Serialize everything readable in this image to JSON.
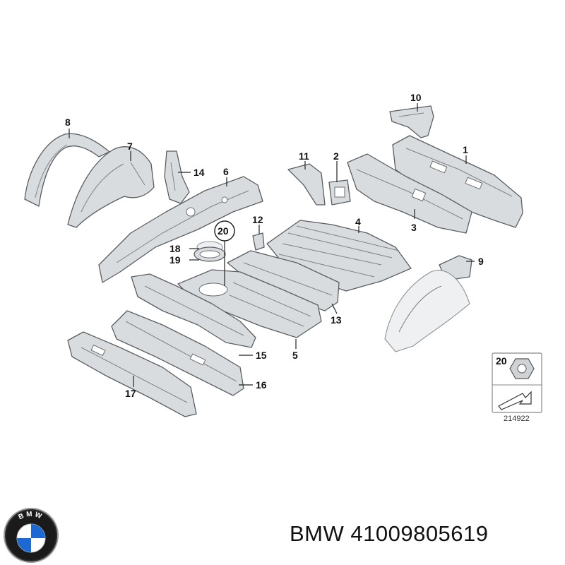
{
  "callouts": {
    "c1": "1",
    "c2": "2",
    "c3": "3",
    "c4": "4",
    "c5": "5",
    "c6": "6",
    "c7": "7",
    "c8": "8",
    "c9": "9",
    "c10": "10",
    "c11": "11",
    "c12": "12",
    "c13": "13",
    "c14": "14",
    "c15": "15",
    "c16": "16",
    "c17": "17",
    "c18": "18",
    "c19": "19",
    "c20": "20"
  },
  "legend": {
    "label": "20",
    "ref_number": "214922"
  },
  "logo": {
    "text": "BMW"
  },
  "caption": "BMW 41009805619",
  "colors": {
    "part_fill": "#d9dcdf",
    "outline": "#5a5e63",
    "logo_blue": "#1c69d4"
  }
}
